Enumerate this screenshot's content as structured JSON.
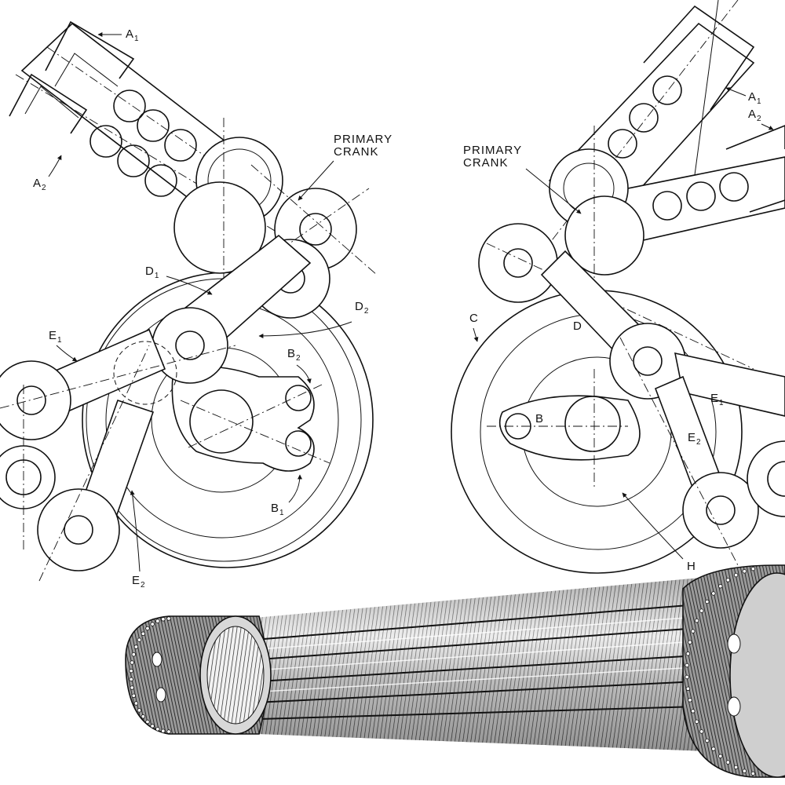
{
  "figure_left": {
    "crank_label": "PRIMARY\nCRANK",
    "labels": [
      {
        "id": "a1",
        "base": "A",
        "sub": "1"
      },
      {
        "id": "a2",
        "base": "A",
        "sub": "2"
      },
      {
        "id": "d1",
        "base": "D",
        "sub": "1"
      },
      {
        "id": "d2",
        "base": "D",
        "sub": "2"
      },
      {
        "id": "e1",
        "base": "E",
        "sub": "1"
      },
      {
        "id": "e2",
        "base": "E",
        "sub": "2"
      },
      {
        "id": "b1",
        "base": "B",
        "sub": "1"
      },
      {
        "id": "b2",
        "base": "B",
        "sub": "2"
      }
    ]
  },
  "figure_right": {
    "crank_label": "PRIMARY\nCRANK",
    "labels": [
      {
        "id": "a1",
        "base": "A",
        "sub": "1"
      },
      {
        "id": "a2",
        "base": "A",
        "sub": "2"
      },
      {
        "id": "c",
        "base": "C",
        "sub": ""
      },
      {
        "id": "d",
        "base": "D",
        "sub": ""
      },
      {
        "id": "b",
        "base": "B",
        "sub": ""
      },
      {
        "id": "e1",
        "base": "E",
        "sub": "1"
      },
      {
        "id": "e2",
        "base": "E",
        "sub": "2"
      },
      {
        "id": "h",
        "base": "H",
        "sub": ""
      }
    ]
  }
}
